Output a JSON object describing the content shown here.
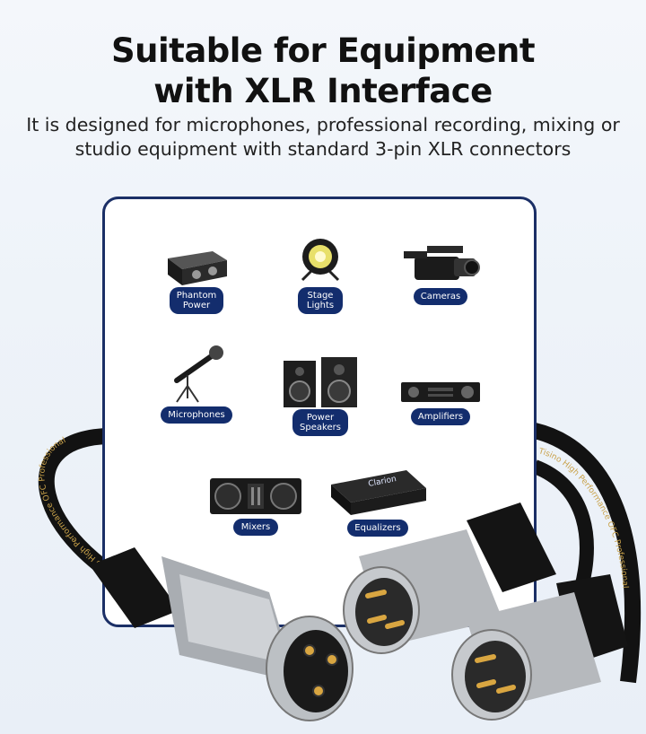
{
  "header": {
    "title_line1": "Suitable for Equipment",
    "title_line2": "with XLR Interface",
    "subtitle_line1": "It is designed for microphones, professional recording, mixing or",
    "subtitle_line2": "studio equipment with standard 3-pin XLR connectors"
  },
  "devices": [
    {
      "label": "Phantom\nPower",
      "icon": "phantom-power-icon"
    },
    {
      "label": "Stage\nLights",
      "icon": "stage-light-icon"
    },
    {
      "label": "Cameras",
      "icon": "camera-icon"
    },
    {
      "label": "Microphones",
      "icon": "microphone-icon"
    },
    {
      "label": "Power\nSpeakers",
      "icon": "speaker-icon"
    },
    {
      "label": "Amplifiers",
      "icon": "amplifier-icon"
    },
    {
      "label": "Mixers",
      "icon": "mixer-icon"
    },
    {
      "label": "Equalizers",
      "icon": "equalizer-icon"
    }
  ],
  "equalizer_brand": "Clarion",
  "cable_print_left": "Tisino High Performance OFC Professional",
  "cable_print_right": "Tisino High Performance OFC Professional",
  "colors": {
    "panel_border": "#1b2f66",
    "pill": "#132d6d",
    "cable": "#121212",
    "connector_metal": "#b9bcc0",
    "gold_pin": "#d9a641"
  }
}
